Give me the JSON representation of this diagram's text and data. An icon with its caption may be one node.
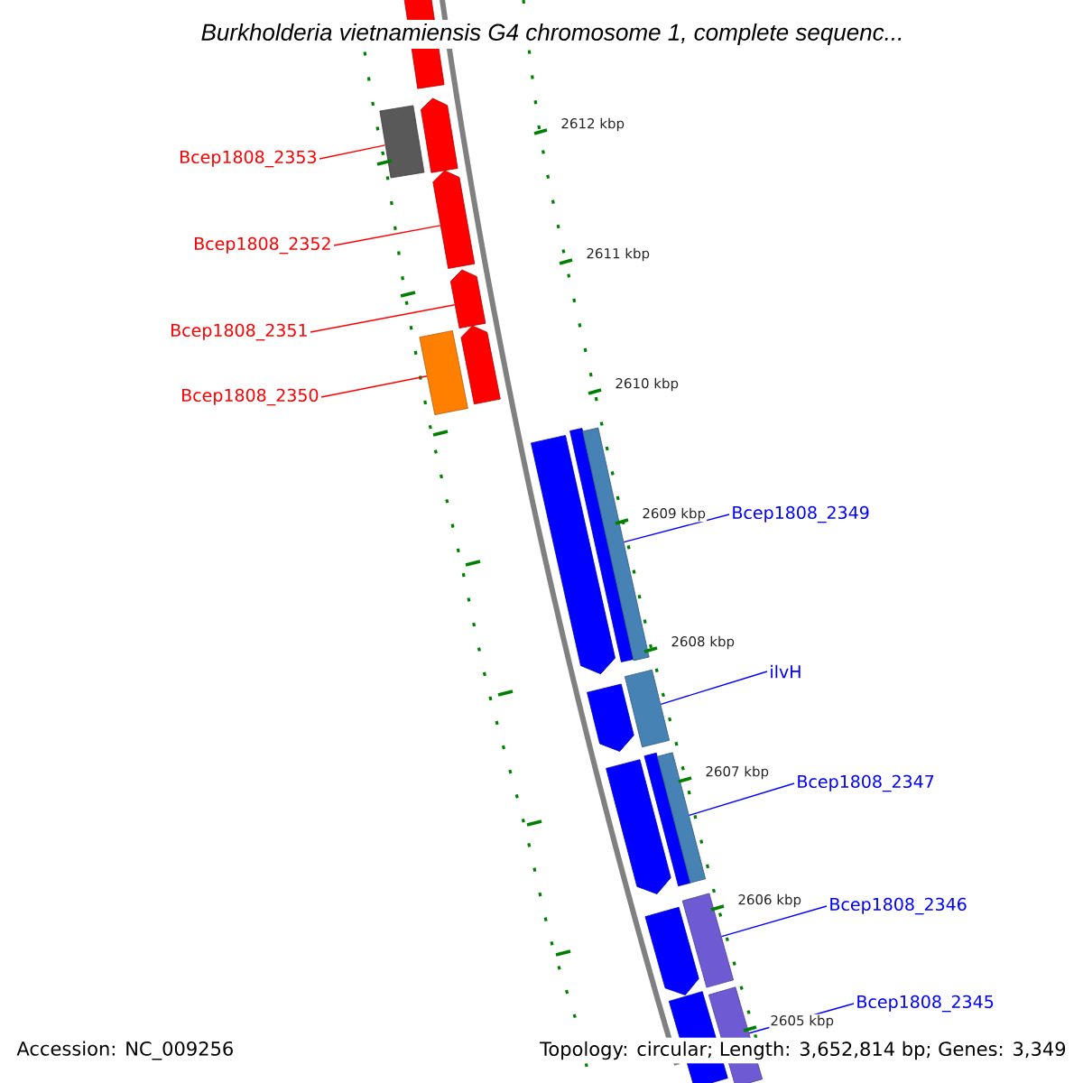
{
  "diagram": {
    "title": "Burkholderia vietnamiensis G4 chromosome 1, complete sequenc...",
    "nodes": [
      {
        "text": [
          "Bcep1808_2353"
        ]
      },
      {
        "text": [
          "Bcep1808_2352"
        ]
      },
      {
        "text": [
          "Bcep1808_2351"
        ]
      },
      {
        "text": [
          "Bcep1808_2350"
        ]
      },
      {
        "text": [
          "Bcep1808_2349"
        ]
      },
      {
        "text": [
          "ilvH"
        ]
      },
      {
        "text": [
          "Bcep1808_2347"
        ]
      },
      {
        "text": [
          "Bcep1808_2346"
        ]
      },
      {
        "text": [
          "Bcep1808_2345"
        ]
      },
      {
        "text": [],
        "shape": "box"
      },
      {
        "text": [],
        "shape": "box"
      },
      {
        "text": [],
        "shape": "arrow"
      },
      {
        "text": [],
        "shape": "arrow"
      },
      {
        "text": [],
        "shape": "arrow"
      },
      {
        "text": [],
        "shape": "box"
      },
      {
        "text": [],
        "shape": "arrow"
      },
      {
        "text": [],
        "shape": "arrow"
      },
      {
        "text": [],
        "shape": "box"
      },
      {
        "text": [],
        "shape": "box"
      },
      {
        "text": [],
        "shape": "arrow"
      },
      {
        "text": [],
        "shape": "box"
      },
      {
        "text": [],
        "shape": "arrow"
      },
      {
        "text": [],
        "shape": "box"
      },
      {
        "text": [],
        "shape": "box"
      },
      {
        "text": [],
        "shape": "arrow"
      },
      {
        "text": [],
        "shape": "box"
      },
      {
        "text": [],
        "shape": "box"
      },
      {
        "text": [],
        "shape": "box"
      }
    ],
    "edges": [
      {
        "from": 0,
        "to": 10,
        "arrow": "none",
        "color": "#ff0000"
      },
      {
        "from": 1,
        "to": 12,
        "arrow": "none",
        "color": "#ff0000"
      },
      {
        "from": 2,
        "to": 13,
        "arrow": "none",
        "color": "#ff0000"
      },
      {
        "from": 3,
        "to": 14,
        "arrow": "none",
        "color": "#ff0000"
      },
      {
        "from": 4,
        "to": 18,
        "arrow": "none",
        "color": "#0000ff"
      },
      {
        "from": 5,
        "to": 20,
        "arrow": "none",
        "color": "#0000ff"
      },
      {
        "from": 6,
        "to": 23,
        "arrow": "none",
        "color": "#0000ff"
      },
      {
        "from": 7,
        "to": 25,
        "arrow": "none",
        "color": "#0000ff"
      },
      {
        "from": 8,
        "to": 27,
        "arrow": "none",
        "color": "#0000ff"
      }
    ],
    "labels": [
      "2612 kbp",
      "2611 kbp",
      "2610 kbp",
      "2609 kbp",
      "2608 kbp",
      "2607 kbp",
      "2606 kbp",
      "2605 kbp",
      "Accession: NC_009256",
      "Topology: circular; Length: 3,652,814 bp; Genes: 3,349"
    ]
  }
}
